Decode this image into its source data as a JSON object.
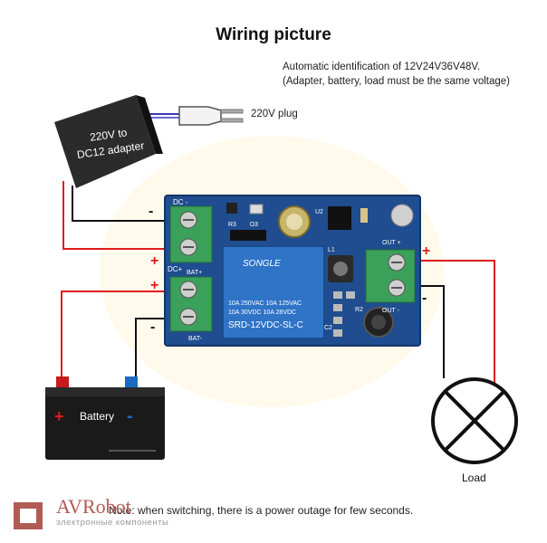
{
  "title": "Wiring picture",
  "notes": {
    "line1": "Automatic identification of 12V24V36V48V.",
    "line2": "(Adapter, battery, load must be the same voltage)"
  },
  "adapter": {
    "line1": "220V to",
    "line2": "DC12 adapter"
  },
  "plug_label": "220V plug",
  "board": {
    "dc_minus": "DC -",
    "dc_plus": "DC+",
    "bat_plus": "BAT+",
    "bat_minus": "BAT-",
    "out_plus": "OUT +",
    "out_minus": "OUT -",
    "r3": "R3",
    "d3": "D3",
    "u2": "U2",
    "l1": "L1",
    "r2": "R2",
    "c2": "C2",
    "relay": {
      "brand": "SONGLE",
      "rating1": "10A 250VAC  10A 125VAC",
      "rating2": "10A  30VDC  10A  28VDC",
      "model": "SRD-12VDC-SL-C"
    }
  },
  "signs": {
    "plus": "+",
    "minus": "-"
  },
  "battery_label": "Battery",
  "load_label": "Load",
  "footer_note": "Note: when switching, there is a power outage for few seconds.",
  "logo": {
    "name": "AVRobot",
    "subtitle": "электронные компоненты"
  },
  "colors": {
    "wire_red": "#e01b1b",
    "wire_black": "#111111",
    "pcb": "#1f4d8f",
    "terminal": "#3aa05a",
    "logo": "#b15b55"
  }
}
